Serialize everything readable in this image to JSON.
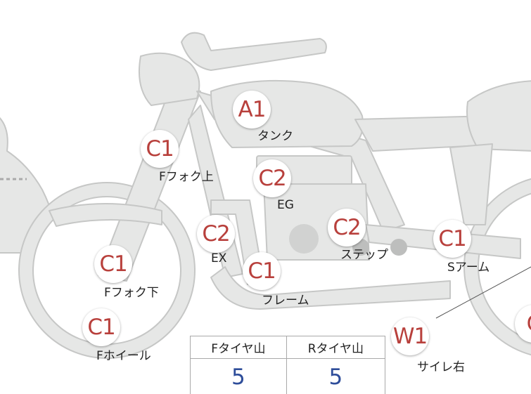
{
  "colors": {
    "body_fill": "#e6e7e6",
    "body_stroke": "#c6c7c6",
    "badge_text": "#b8403c",
    "tread_value": "#2e4d9a"
  },
  "points": [
    {
      "code": "A1",
      "label": "タンク"
    },
    {
      "code": "C1",
      "label": "Fフォク上"
    },
    {
      "code": "C2",
      "label": "EG"
    },
    {
      "code": "C2",
      "label": "EX"
    },
    {
      "code": "C2",
      "label": "ステップ"
    },
    {
      "code": "C1",
      "label": "Sアーム"
    },
    {
      "code": "C1",
      "label": "Fフォク下"
    },
    {
      "code": "C1",
      "label": "フレーム"
    },
    {
      "code": "C1",
      "label": "Fホイール"
    },
    {
      "code": "W1",
      "label": "サイレ右"
    },
    {
      "code": "C",
      "label": ""
    }
  ],
  "tread_table": {
    "headers": [
      "Fタイヤ山",
      "Rタイヤ山"
    ],
    "values": [
      "5",
      "5"
    ]
  }
}
